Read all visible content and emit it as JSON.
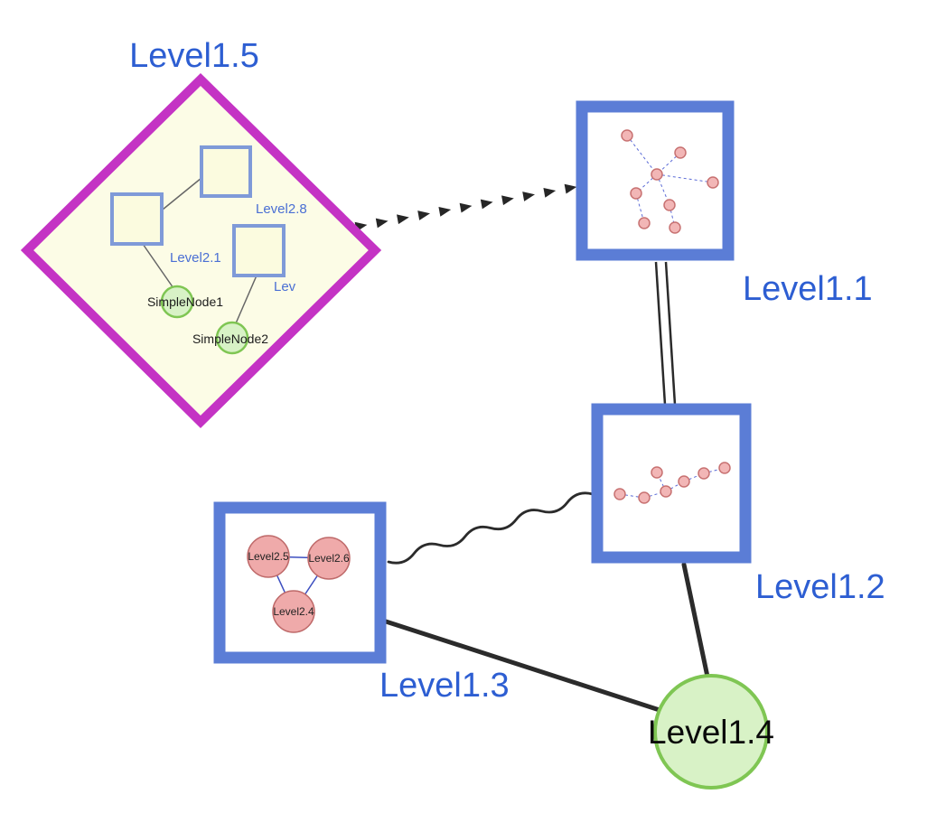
{
  "diagram": {
    "type": "nested-graph",
    "colors": {
      "label_blue": "#2d5ed2",
      "diamond_border": "#c433c4",
      "diamond_fill": "#fcfce6",
      "group_border_blue": "#5b7dd6",
      "group_fill": "#ffffff",
      "green_node_fill": "#d8f2c6",
      "green_node_border": "#7fc653",
      "pink_node_fill": "#f2b6b6",
      "pink_node_border": "#c87272",
      "edge_black": "#2b2b2b",
      "inner_edge_blue": "#5b6bd6"
    },
    "groups": {
      "level15": {
        "label": "Level1.5",
        "shape": "diamond",
        "children": {
          "level28": {
            "label": "Level2.8",
            "type": "group"
          },
          "level21": {
            "label": "Level2.1",
            "type": "group"
          },
          "lev": {
            "label": "Lev",
            "type": "group"
          },
          "simplenode1": {
            "label": "SimpleNode1",
            "type": "node"
          },
          "simplenode2": {
            "label": "SimpleNode2",
            "type": "node"
          }
        }
      },
      "level11": {
        "label": "Level1.1",
        "shape": "square",
        "inner_node_count": 8
      },
      "level12": {
        "label": "Level1.2",
        "shape": "square",
        "inner_node_count": 7
      },
      "level13": {
        "label": "Level1.3",
        "shape": "square",
        "children": {
          "level25": {
            "label": "Level2.5",
            "type": "node"
          },
          "level26": {
            "label": "Level2.6",
            "type": "node"
          },
          "level24": {
            "label": "Level2.4",
            "type": "node"
          }
        }
      },
      "level14": {
        "label": "Level1.4",
        "shape": "circle"
      }
    },
    "edges": [
      {
        "from": "Level1.5",
        "to": "Level1.1",
        "style": "dashed-arrowheads"
      },
      {
        "from": "Level1.1",
        "to": "Level1.2",
        "style": "double-line"
      },
      {
        "from": "Level1.3",
        "to": "Level1.2",
        "style": "wavy"
      },
      {
        "from": "Level1.3",
        "to": "Level1.4",
        "style": "solid"
      },
      {
        "from": "Level1.2",
        "to": "Level1.4",
        "style": "solid"
      }
    ]
  }
}
